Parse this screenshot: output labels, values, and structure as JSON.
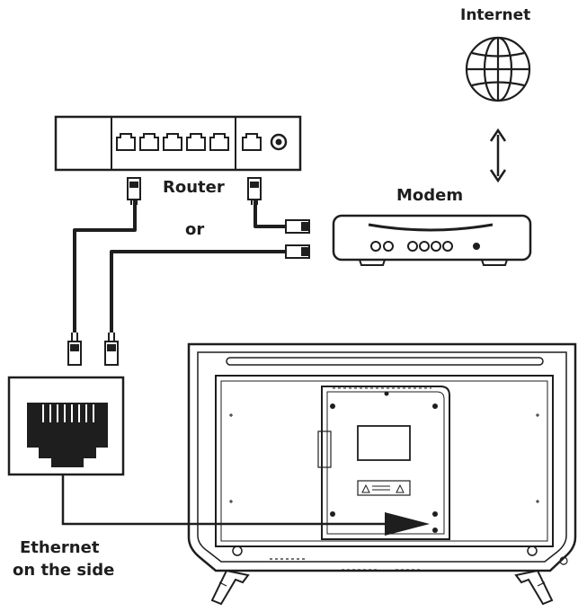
{
  "labels": {
    "internet": "Internet",
    "router": "Router",
    "modem": "Modem",
    "or": "or",
    "ethernet_line1": "Ethernet",
    "ethernet_line2": "on the side"
  },
  "colors": {
    "stroke": "#1e1e1e",
    "background": "#ffffff"
  },
  "icons": [
    "globe-icon",
    "bidirectional-arrow-icon",
    "ethernet-port-icon",
    "rj45-plug-icon",
    "coax-port-icon",
    "warning-label-icon"
  ]
}
